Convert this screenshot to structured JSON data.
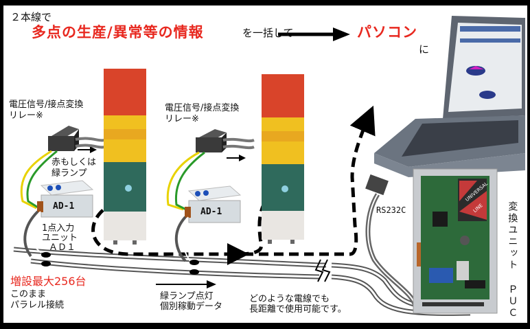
{
  "header": {
    "line1": "２本線で",
    "highlight": "多点の生産/異常等の情報",
    "mid_text": "を一括して",
    "target": "パソコン",
    "suffix": "に"
  },
  "labels": {
    "relay_1": [
      "電圧信号/接点変換",
      "リレー※"
    ],
    "relay_2": [
      "電圧信号/接点変換",
      "リレー※"
    ],
    "lamp_note": [
      "赤もしくは",
      "緑ランプ"
    ],
    "unit_ad1": [
      "1点入力",
      "ユニット",
      "ＡＤ１"
    ],
    "expansion": "増設最大256台",
    "parallel": [
      "このまま",
      "パラレル接続"
    ],
    "green_data": [
      "緑ランプ点灯",
      "個別稼動データ"
    ],
    "any_wire": [
      "どのような電線でも",
      "長距離で使用可能です。"
    ],
    "rs232c": "RS232C",
    "converter": "変換ユニット ＰＵＣ"
  },
  "devices": {
    "ad1_label": "AD-1",
    "board_brand_1": "UNIVERSAL",
    "board_brand_2": "LINE"
  },
  "colors": {
    "accent_red": "#e8281f",
    "lamp_red": "#d9442a",
    "lamp_yellow": "#f0c020",
    "lamp_green": "#2f6a5c",
    "frame": "#000000"
  }
}
